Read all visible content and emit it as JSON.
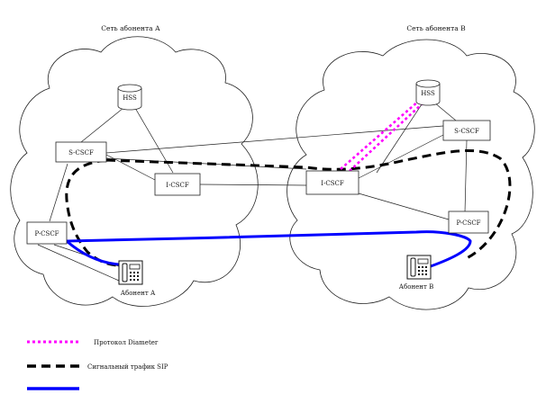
{
  "networks": {
    "a": {
      "label": "Сеть абонента А"
    },
    "b": {
      "label": "Сеть абонента В"
    }
  },
  "nodes": {
    "hss_a": "HSS",
    "scscf_a": "S-CSCF",
    "icscf_a": "I-CSCF",
    "pcscf_a": "P-CSCF",
    "sub_a": "Абонент А",
    "hss_b": "HSS",
    "scscf_b": "S-CSCF",
    "icscf_b": "I-CSCF",
    "pcscf_b": "P-CSCF",
    "sub_b": "Абонент В"
  },
  "legend": {
    "diameter": {
      "label": "Протокол Diameter",
      "color": "#ff00ff",
      "style": "dotted"
    },
    "sip": {
      "label": "Сигнальный трафик SIP",
      "color": "#000000",
      "style": "dashed"
    },
    "media": {
      "label": "",
      "color": "#0000ff",
      "style": "solid"
    }
  },
  "colors": {
    "diameter": "#ff00ff",
    "sip": "#000000",
    "media": "#0000ff"
  }
}
